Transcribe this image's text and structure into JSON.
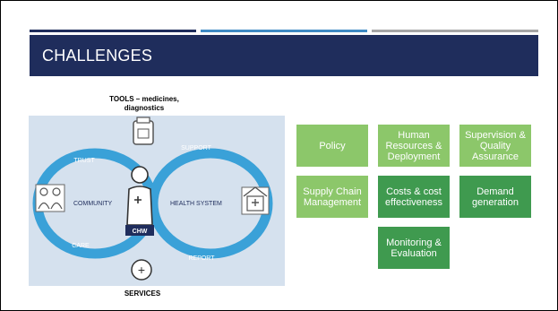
{
  "slide": {
    "title": "CHALLENGES",
    "colors": {
      "title_band": "#1f2d5c",
      "accent_blue": "#3f8bc4",
      "accent_gray": "#a6a6a6",
      "green_light": "#8cc76a",
      "green_dark": "#3f9a4f"
    }
  },
  "diagram": {
    "tools_label_line1": "TOOLS – medicines,",
    "tools_label_line2": "diagnostics",
    "services_label": "SERVICES",
    "trust": "TRUST",
    "support": "SUPPORT",
    "community": "COMMUNITY",
    "health_system": "HEALTH SYSTEM",
    "care": "CARE",
    "report": "REPORT",
    "chw": "CHW",
    "plus": "+",
    "icons": [
      "medicine-bottle-icon",
      "chw-person-icon",
      "community-people-icon",
      "health-facility-icon",
      "services-plus-icon"
    ]
  },
  "boxes": [
    {
      "label": "Policy",
      "shade": "light"
    },
    {
      "label": "Human Resources & Deployment",
      "shade": "light"
    },
    {
      "label": "Supervision & Quality Assurance",
      "shade": "light"
    },
    {
      "label": "Supply Chain Management",
      "shade": "light"
    },
    {
      "label": "Costs & cost effectiveness",
      "shade": "dark"
    },
    {
      "label": "Demand generation",
      "shade": "dark"
    },
    {
      "label": "Monitoring & Evaluation",
      "shade": "dark"
    }
  ]
}
